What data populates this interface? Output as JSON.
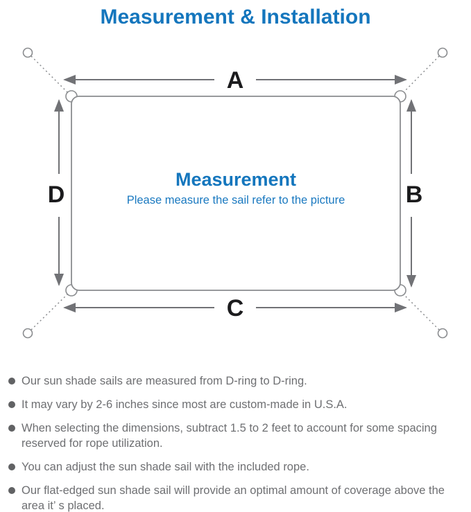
{
  "page": {
    "title": "Measurement & Installation"
  },
  "colors": {
    "accent_blue": "#1476bd",
    "diagram_line_gray": "#8a8c8f",
    "arrow_gray": "#717276",
    "dimension_label_black": "#1b1b1d",
    "body_text_gray": "#6e6f72"
  },
  "diagram": {
    "side_labels": {
      "top": "A",
      "right": "B",
      "bottom": "C",
      "left": "D"
    },
    "center": {
      "title": "Measurement",
      "subtitle": "Please measure the sail refer to the picture"
    },
    "icons": [
      "anchor-point-icon",
      "d-ring-icon",
      "dimension-arrow-icon",
      "bullet-icon"
    ]
  },
  "notes": [
    "Our sun shade sails are measured from D-ring to D-ring.",
    "It may vary by 2-6 inches since most are custom-made in U.S.A.",
    "When selecting the dimensions, subtract 1.5 to 2 feet to account for some spacing reserved for rope utilization.",
    "You can adjust the sun shade sail with the included rope.",
    "Our flat-edged sun shade sail will provide an optimal amount of coverage above the area it’ s placed."
  ]
}
